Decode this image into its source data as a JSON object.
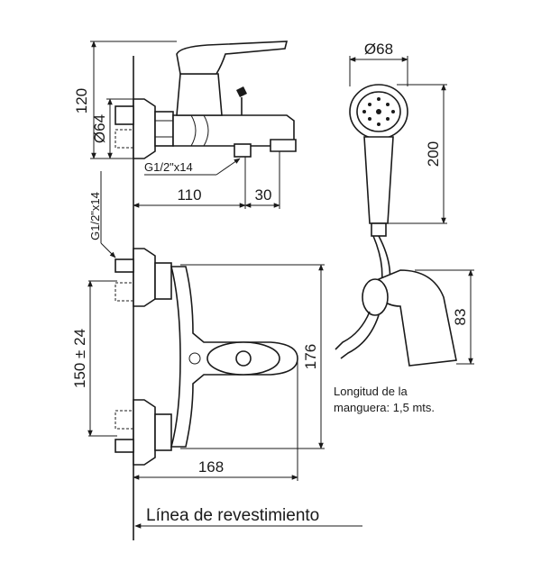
{
  "dimensions": {
    "top_height": "120",
    "top_diameter": "Ø64",
    "thread_top": "G1/2\"x14",
    "width_body": "110",
    "width_spout": "30",
    "thread_side": "G1/2\"x14",
    "spacing": "150 ± 24",
    "front_height": "176",
    "front_width": "168",
    "shower_diameter": "Ø68",
    "shower_length": "200",
    "holder_height": "83"
  },
  "note": {
    "line1": "Longitud de la",
    "line2": "manguera: 1,5 mts."
  },
  "wall_label": "Línea de revestimiento"
}
